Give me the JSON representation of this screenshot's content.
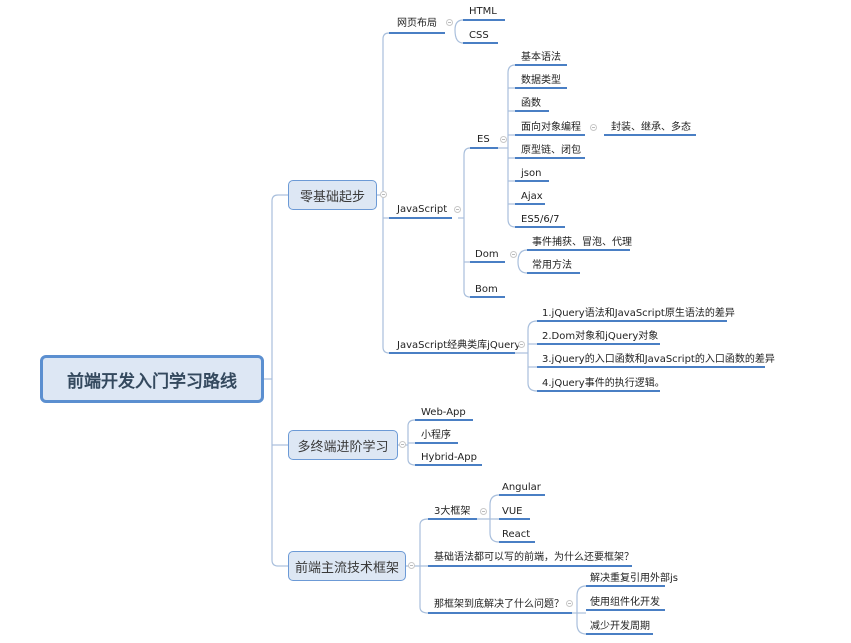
{
  "root": {
    "label": "前端开发入门学习路线"
  },
  "branches": {
    "zero": {
      "label": "零基础起步",
      "layout": {
        "label": "网页布局",
        "children": [
          "HTML",
          "CSS"
        ]
      },
      "js": {
        "label": "JavaScript",
        "es": {
          "label": "ES",
          "children": [
            "基本语法",
            "数据类型",
            "函数",
            "面向对象编程",
            "原型链、闭包",
            "json",
            "Ajax",
            "ES5/6/7"
          ],
          "oop_detail": "封装、继承、多态"
        },
        "dom": {
          "label": "Dom",
          "children": [
            "事件捕获、冒泡、代理",
            "常用方法"
          ]
        },
        "bom": {
          "label": "Bom"
        }
      },
      "jquery": {
        "label": "JavaScript经典类库jQuery",
        "children": [
          "1.jQuery语法和JavaScript原生语法的差异",
          "2.Dom对象和jQuery对象",
          "3.jQuery的入口函数和JavaScript的入口函数的差异",
          "4.jQuery事件的执行逻辑。"
        ]
      }
    },
    "multi": {
      "label": "多终端进阶学习",
      "children": [
        "Web-App",
        "小程序",
        "Hybrid-App"
      ]
    },
    "framework": {
      "label": "前端主流技术框架",
      "three": {
        "label": "3大框架",
        "children": [
          "Angular",
          "VUE",
          "React"
        ]
      },
      "why": {
        "label": "基础语法都可以写的前端，为什么还要框架？"
      },
      "solve": {
        "label": "那框架到底解决了什么问题？",
        "children": [
          "解决重复引用外部js",
          "使用组件化开发",
          "减少开发周期"
        ]
      }
    }
  },
  "colors": {
    "accent": "#4a7fc4",
    "connector": "#a9bfdc",
    "node_fill": "#dde7f4"
  }
}
